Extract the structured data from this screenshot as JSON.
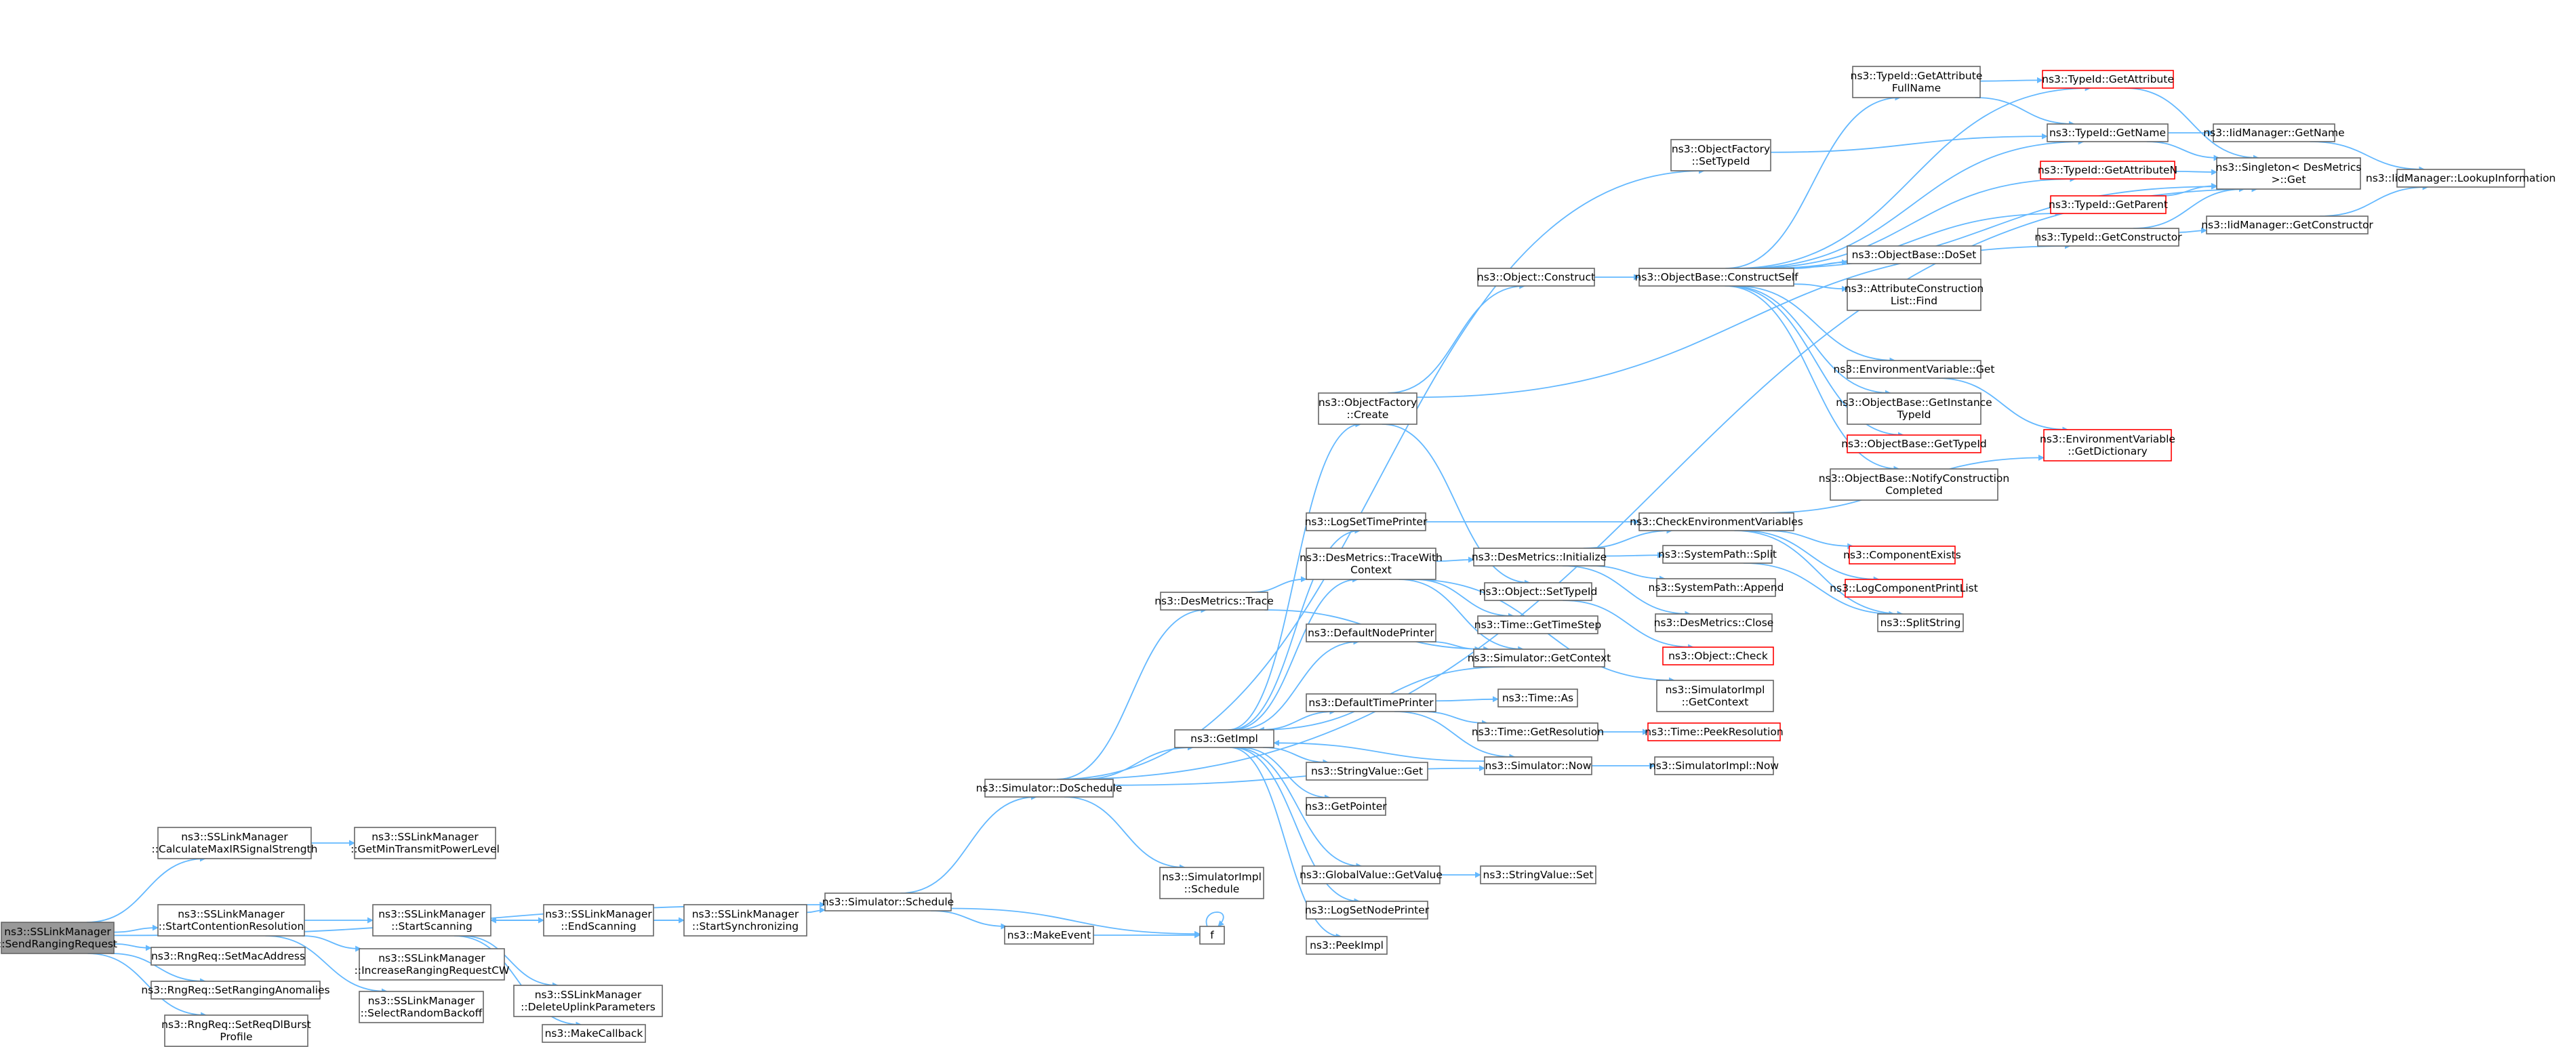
{
  "diagram": {
    "nodes": [
      {
        "id": "n0",
        "lines": [
          "ns3::SSLinkManager",
          "::SendRangingRequest"
        ],
        "root": true
      },
      {
        "id": "n1",
        "lines": [
          "ns3::SSLinkManager",
          "::CalculateMaxIRSignalStrength"
        ]
      },
      {
        "id": "n2",
        "lines": [
          "ns3::SSLinkManager",
          "::GetMinTransmitPowerLevel"
        ]
      },
      {
        "id": "n3",
        "lines": [
          "ns3::Simulator::Schedule"
        ]
      },
      {
        "id": "n4",
        "lines": [
          "ns3::Simulator::DoSchedule"
        ]
      },
      {
        "id": "n5",
        "lines": [
          "ns3::DesMetrics::Trace"
        ]
      },
      {
        "id": "n6",
        "lines": [
          "ns3::DesMetrics::TraceWith",
          "Context"
        ]
      },
      {
        "id": "n7",
        "lines": [
          "ns3::DesMetrics::Initialize"
        ]
      },
      {
        "id": "n8",
        "lines": [
          "ns3::CheckEnvironmentVariables"
        ]
      },
      {
        "id": "n9",
        "lines": [
          "ns3::ComponentExists"
        ],
        "red": true
      },
      {
        "id": "n10",
        "lines": [
          "ns3::EnvironmentVariable",
          "::GetDictionary"
        ],
        "red": true
      },
      {
        "id": "n11",
        "lines": [
          "ns3::LogComponentPrintList"
        ],
        "red": true
      },
      {
        "id": "n12",
        "lines": [
          "ns3::SplitString"
        ]
      },
      {
        "id": "n13",
        "lines": [
          "ns3::DesMetrics::Close"
        ]
      },
      {
        "id": "n14",
        "lines": [
          "ns3::SystemPath::Append"
        ]
      },
      {
        "id": "n15",
        "lines": [
          "ns3::SystemPath::Split"
        ]
      },
      {
        "id": "n16",
        "lines": [
          "ns3::Simulator::GetContext"
        ]
      },
      {
        "id": "n17",
        "lines": [
          "ns3::GetImpl"
        ]
      },
      {
        "id": "n18",
        "lines": [
          "ns3::DefaultNodePrinter"
        ]
      },
      {
        "id": "n19",
        "lines": [
          "ns3::DefaultTimePrinter"
        ]
      },
      {
        "id": "n20",
        "lines": [
          "ns3::Time::As"
        ]
      },
      {
        "id": "n21",
        "lines": [
          "ns3::Time::GetResolution"
        ]
      },
      {
        "id": "n22",
        "lines": [
          "ns3::Time::PeekResolution"
        ],
        "red": true
      },
      {
        "id": "n23",
        "lines": [
          "ns3::Simulator::Now"
        ]
      },
      {
        "id": "n24",
        "lines": [
          "ns3::SimulatorImpl::Now"
        ]
      },
      {
        "id": "n25",
        "lines": [
          "ns3::GetPointer"
        ]
      },
      {
        "id": "n26",
        "lines": [
          "ns3::GlobalValue::GetValue"
        ]
      },
      {
        "id": "n27",
        "lines": [
          "ns3::StringValue::Set"
        ]
      },
      {
        "id": "n28",
        "lines": [
          "ns3::LogSetNodePrinter"
        ]
      },
      {
        "id": "n29",
        "lines": [
          "ns3::LogSetTimePrinter"
        ]
      },
      {
        "id": "n30",
        "lines": [
          "ns3::ObjectFactory",
          "::Create"
        ]
      },
      {
        "id": "n31",
        "lines": [
          "ns3::Object::Construct"
        ]
      },
      {
        "id": "n32",
        "lines": [
          "ns3::ObjectBase::ConstructSelf"
        ]
      },
      {
        "id": "n33",
        "lines": [
          "ns3::AttributeConstruction",
          "List::Find"
        ]
      },
      {
        "id": "n34",
        "lines": [
          "ns3::EnvironmentVariable::Get"
        ]
      },
      {
        "id": "n35",
        "lines": [
          "ns3::ObjectBase::DoSet"
        ]
      },
      {
        "id": "n36",
        "lines": [
          "ns3::ObjectBase::GetInstance",
          "TypeId"
        ]
      },
      {
        "id": "n37",
        "lines": [
          "ns3::ObjectBase::GetTypeId"
        ],
        "red": true
      },
      {
        "id": "n38",
        "lines": [
          "ns3::ObjectBase::NotifyConstruction",
          "Completed"
        ]
      },
      {
        "id": "n39",
        "lines": [
          "ns3::TypeId::GetAttribute",
          "FullName"
        ]
      },
      {
        "id": "n40",
        "lines": [
          "ns3::TypeId::GetAttribute"
        ],
        "red": true
      },
      {
        "id": "n41",
        "lines": [
          "ns3::Singleton< DesMetrics",
          ">::Get"
        ]
      },
      {
        "id": "n42",
        "lines": [
          "ns3::TypeId::GetName"
        ]
      },
      {
        "id": "n43",
        "lines": [
          "ns3::IidManager::GetName"
        ]
      },
      {
        "id": "n44",
        "lines": [
          "ns3::IidManager::LookupInformation"
        ]
      },
      {
        "id": "n45",
        "lines": [
          "ns3::TypeId::GetAttributeN"
        ],
        "red": true
      },
      {
        "id": "n46",
        "lines": [
          "ns3::TypeId::GetParent"
        ],
        "red": true
      },
      {
        "id": "n47",
        "lines": [
          "ns3::TypeId::GetConstructor"
        ]
      },
      {
        "id": "n48",
        "lines": [
          "ns3::IidManager::GetConstructor"
        ]
      },
      {
        "id": "n49",
        "lines": [
          "ns3::Object::SetTypeId"
        ]
      },
      {
        "id": "n50",
        "lines": [
          "ns3::Object::Check"
        ],
        "red": true
      },
      {
        "id": "n51",
        "lines": [
          "ns3::Time::GetTimeStep"
        ]
      },
      {
        "id": "n52",
        "lines": [
          "ns3::SimulatorImpl",
          "::GetContext"
        ]
      },
      {
        "id": "n53",
        "lines": [
          "ns3::StringValue::Get"
        ]
      },
      {
        "id": "n54",
        "lines": [
          "ns3::PeekImpl"
        ]
      },
      {
        "id": "n55",
        "lines": [
          "ns3::ObjectFactory",
          "::SetTypeId"
        ]
      },
      {
        "id": "n56",
        "lines": [
          "ns3::SimulatorImpl",
          "::Schedule"
        ]
      },
      {
        "id": "n57",
        "lines": [
          "ns3::MakeEvent"
        ]
      },
      {
        "id": "n58",
        "lines": [
          "f"
        ]
      },
      {
        "id": "n59",
        "lines": [
          "ns3::SSLinkManager",
          "::StartContentionResolution"
        ]
      },
      {
        "id": "n60",
        "lines": [
          "ns3::SSLinkManager",
          "::IncreaseRangingRequestCW"
        ]
      },
      {
        "id": "n61",
        "lines": [
          "ns3::SSLinkManager",
          "::SelectRandomBackoff"
        ]
      },
      {
        "id": "n62",
        "lines": [
          "ns3::SSLinkManager",
          "::StartScanning"
        ]
      },
      {
        "id": "n63",
        "lines": [
          "ns3::SSLinkManager",
          "::EndScanning"
        ]
      },
      {
        "id": "n64",
        "lines": [
          "ns3::SSLinkManager",
          "::StartSynchronizing"
        ]
      },
      {
        "id": "n65",
        "lines": [
          "ns3::SSLinkManager",
          "::DeleteUplinkParameters"
        ]
      },
      {
        "id": "n66",
        "lines": [
          "ns3::MakeCallback"
        ]
      },
      {
        "id": "n67",
        "lines": [
          "ns3::RngReq::SetMacAddress"
        ]
      },
      {
        "id": "n68",
        "lines": [
          "ns3::RngReq::SetRangingAnomalies"
        ]
      },
      {
        "id": "n69",
        "lines": [
          "ns3::RngReq::SetReqDlBurst",
          "Profile"
        ]
      }
    ],
    "edges": [
      [
        "n0",
        "n1"
      ],
      [
        "n1",
        "n2"
      ],
      [
        "n0",
        "n3"
      ],
      [
        "n3",
        "n4"
      ],
      [
        "n4",
        "n5"
      ],
      [
        "n5",
        "n6"
      ],
      [
        "n6",
        "n7"
      ],
      [
        "n7",
        "n8"
      ],
      [
        "n8",
        "n9"
      ],
      [
        "n8",
        "n10"
      ],
      [
        "n8",
        "n11"
      ],
      [
        "n8",
        "n12"
      ],
      [
        "n7",
        "n13"
      ],
      [
        "n7",
        "n14"
      ],
      [
        "n7",
        "n15"
      ],
      [
        "n15",
        "n12"
      ],
      [
        "n6",
        "n16"
      ],
      [
        "n16",
        "n17"
      ],
      [
        "n17",
        "n18"
      ],
      [
        "n18",
        "n16"
      ],
      [
        "n17",
        "n19"
      ],
      [
        "n19",
        "n20"
      ],
      [
        "n19",
        "n21"
      ],
      [
        "n21",
        "n22"
      ],
      [
        "n19",
        "n23"
      ],
      [
        "n23",
        "n17"
      ],
      [
        "n23",
        "n24"
      ],
      [
        "n17",
        "n25"
      ],
      [
        "n17",
        "n26"
      ],
      [
        "n26",
        "n27"
      ],
      [
        "n17",
        "n28"
      ],
      [
        "n17",
        "n29"
      ],
      [
        "n29",
        "n8"
      ],
      [
        "n17",
        "n30"
      ],
      [
        "n30",
        "n31"
      ],
      [
        "n31",
        "n32"
      ],
      [
        "n32",
        "n33"
      ],
      [
        "n32",
        "n34"
      ],
      [
        "n34",
        "n10"
      ],
      [
        "n32",
        "n35"
      ],
      [
        "n32",
        "n36"
      ],
      [
        "n32",
        "n37"
      ],
      [
        "n32",
        "n38"
      ],
      [
        "n32",
        "n39"
      ],
      [
        "n39",
        "n40"
      ],
      [
        "n40",
        "n41"
      ],
      [
        "n39",
        "n42"
      ],
      [
        "n42",
        "n41"
      ],
      [
        "n42",
        "n43"
      ],
      [
        "n43",
        "n44"
      ],
      [
        "n32",
        "n40"
      ],
      [
        "n32",
        "n41"
      ],
      [
        "n32",
        "n42"
      ],
      [
        "n32",
        "n45"
      ],
      [
        "n45",
        "n41"
      ],
      [
        "n32",
        "n46"
      ],
      [
        "n46",
        "n41"
      ],
      [
        "n30",
        "n47"
      ],
      [
        "n47",
        "n41"
      ],
      [
        "n47",
        "n48"
      ],
      [
        "n48",
        "n44"
      ],
      [
        "n30",
        "n49"
      ],
      [
        "n49",
        "n50"
      ],
      [
        "n6",
        "n51"
      ],
      [
        "n6",
        "n52"
      ],
      [
        "n17",
        "n53"
      ],
      [
        "n17",
        "n54"
      ],
      [
        "n17",
        "n6"
      ],
      [
        "n5",
        "n16"
      ],
      [
        "n4",
        "n41"
      ],
      [
        "n4",
        "n17"
      ],
      [
        "n4",
        "n23"
      ],
      [
        "n4",
        "n55"
      ],
      [
        "n55",
        "n42"
      ],
      [
        "n4",
        "n56"
      ],
      [
        "n3",
        "n57"
      ],
      [
        "n57",
        "n58"
      ],
      [
        "n3",
        "n58"
      ],
      [
        "n58",
        "n58"
      ],
      [
        "n0",
        "n59"
      ],
      [
        "n59",
        "n60"
      ],
      [
        "n59",
        "n61"
      ],
      [
        "n59",
        "n62"
      ],
      [
        "n62",
        "n63"
      ],
      [
        "n63",
        "n62"
      ],
      [
        "n63",
        "n64"
      ],
      [
        "n64",
        "n3"
      ],
      [
        "n64",
        "n62"
      ],
      [
        "n62",
        "n65"
      ],
      [
        "n62",
        "n66"
      ],
      [
        "n0",
        "n67"
      ],
      [
        "n0",
        "n68"
      ],
      [
        "n0",
        "n69"
      ]
    ]
  }
}
